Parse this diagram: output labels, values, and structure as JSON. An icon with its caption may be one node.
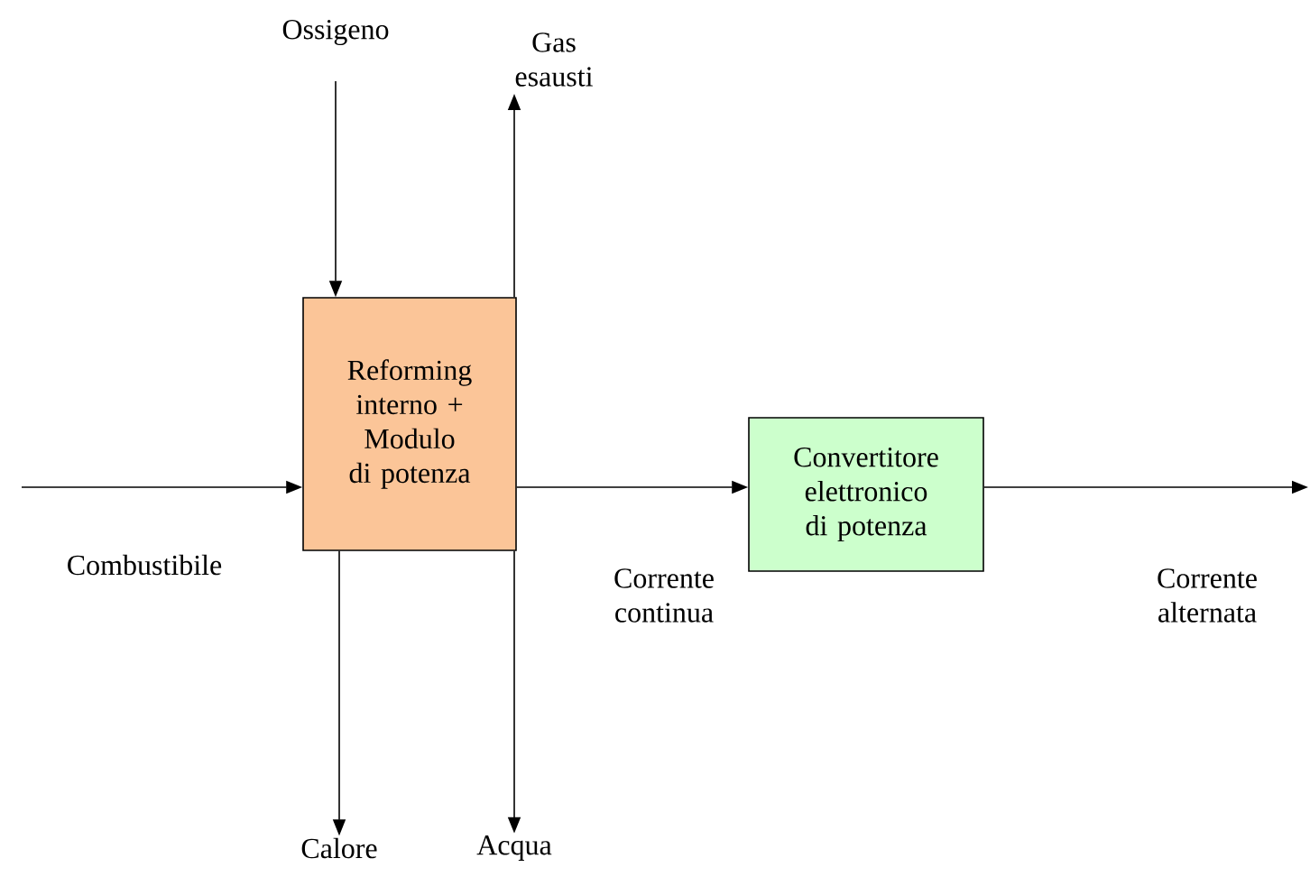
{
  "diagram": {
    "nodes": [
      {
        "text": [
          "Ossigeno"
        ]
      },
      {
        "text": [
          "Gas esausti"
        ]
      },
      {
        "text": [
          "Reforming interno + Modulo di potenza"
        ]
      },
      {
        "text": [
          "Convertitore elettronico di potenza"
        ]
      },
      {
        "text": [
          "Calore"
        ]
      },
      {
        "text": [
          "Acqua"
        ]
      }
    ],
    "edges": [
      {
        "from": 0,
        "to": 2,
        "arrow": "to"
      },
      {
        "from": 2,
        "to": 1,
        "arrow": "to"
      },
      {
        "from": null,
        "to": 2,
        "arrow": "to",
        "label": "Combustibile"
      },
      {
        "from": 2,
        "to": 3,
        "arrow": "to",
        "label": "Corrente continua"
      },
      {
        "from": 3,
        "to": null,
        "arrow": "to",
        "label": "Corrente alternata"
      },
      {
        "from": 2,
        "to": 4,
        "arrow": "to"
      },
      {
        "from": 2,
        "to": 5,
        "arrow": "to"
      }
    ]
  }
}
